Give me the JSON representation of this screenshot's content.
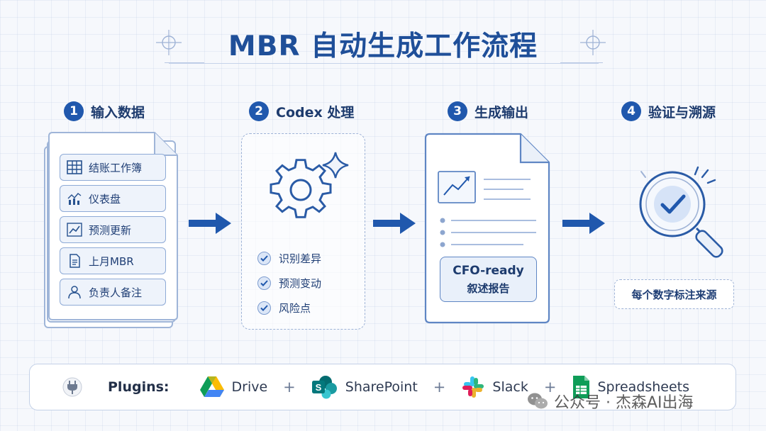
{
  "title": "MBR 自动生成工作流程",
  "steps": [
    {
      "number": "1",
      "label": "输入数据"
    },
    {
      "number": "2",
      "label": "Codex 处理"
    },
    {
      "number": "3",
      "label": "生成输出"
    },
    {
      "number": "4",
      "label": "验证与溯源"
    }
  ],
  "inputs": [
    {
      "label": "结账工作簿",
      "icon": "spreadsheet-icon"
    },
    {
      "label": "仪表盘",
      "icon": "bar-chart-icon"
    },
    {
      "label": "预测更新",
      "icon": "trend-line-icon"
    },
    {
      "label": "上月MBR",
      "icon": "document-icon"
    },
    {
      "label": "负责人备注",
      "icon": "person-icon"
    }
  ],
  "processing": {
    "checks": [
      "识别差异",
      "预测变动",
      "风险点"
    ]
  },
  "output": {
    "line1": "CFO-ready",
    "line2": "叙述报告"
  },
  "verification": {
    "badge": "每个数字标注来源"
  },
  "plugins": {
    "label": "Plugins:",
    "items": [
      "Drive",
      "SharePoint",
      "Slack",
      "Spreadsheets"
    ],
    "separator": "+"
  },
  "watermark": "公众号 · 杰森AI出海",
  "colors": {
    "primary": "#2058ad",
    "title": "#1f4f99",
    "border": "#9fb5d8",
    "background": "#f6f8fc"
  }
}
